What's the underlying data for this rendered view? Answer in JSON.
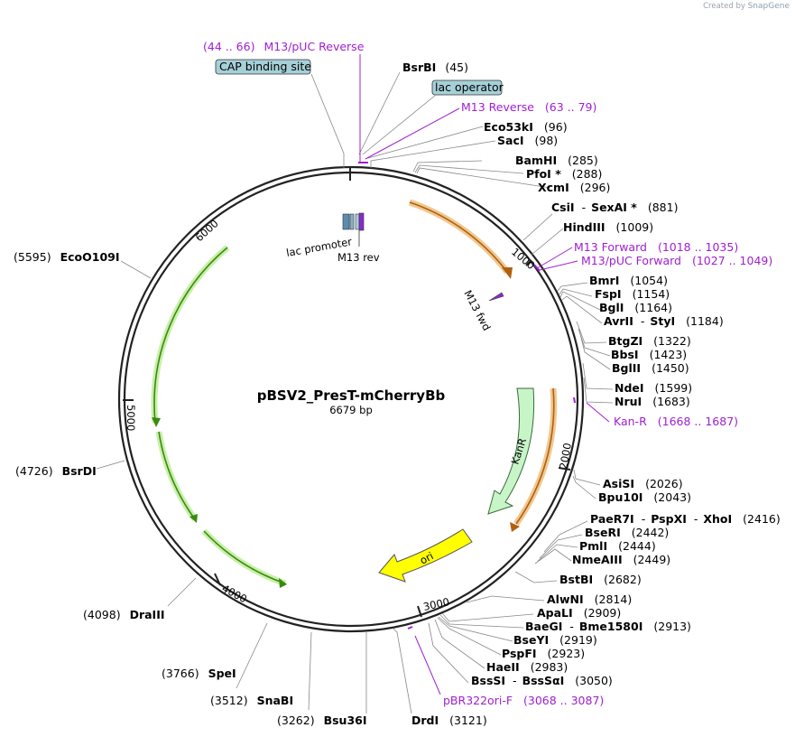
{
  "created_by": {
    "prefix": "Created by",
    "brand": "SnapGene"
  },
  "plasmid": {
    "name": "pBSV2_PresT-mCherryBb",
    "length_label": "6679 bp"
  },
  "features": [
    {
      "id": "cap",
      "label": "CAP binding site",
      "kind": "box",
      "color": "#a6d0d8"
    },
    {
      "id": "lacop",
      "label": "lac operator",
      "kind": "box",
      "color": "#a6d0d8"
    },
    {
      "id": "lacprom",
      "label": "lac promoter",
      "kind": "inner"
    },
    {
      "id": "m13rev",
      "label": "M13 rev",
      "kind": "inner"
    },
    {
      "id": "m13fwd",
      "label": "M13 fwd",
      "kind": "inner"
    },
    {
      "id": "kanr",
      "label": "KanR",
      "kind": "arrow",
      "color": "#c8f5c8"
    },
    {
      "id": "ori",
      "label": "ori",
      "kind": "arrow",
      "color": "#ffff00"
    }
  ],
  "ticks": [
    "1000",
    "2000",
    "3000",
    "4000",
    "5000",
    "6000"
  ],
  "sites": [
    {
      "id": "m13puc_rev",
      "pos": "(44 .. 66)",
      "name": "M13/pUC Reverse",
      "primer": true
    },
    {
      "id": "bsrbi",
      "name": "BsrBI",
      "pos": "(45)"
    },
    {
      "id": "m13_reverse",
      "name": "M13 Reverse",
      "pos": "(63 .. 79)",
      "primer": true
    },
    {
      "id": "eco53ki",
      "name": "Eco53kI",
      "pos": "(96)"
    },
    {
      "id": "saci",
      "name": "SacI",
      "pos": "(98)"
    },
    {
      "id": "bamhi",
      "name": "BamHI",
      "pos": "(285)"
    },
    {
      "id": "pfoi",
      "name": "PfoI *",
      "pos": "(288)"
    },
    {
      "id": "xcmi",
      "name": "XcmI",
      "pos": "(296)"
    },
    {
      "id": "csii",
      "name": "CsiI",
      "sep": "-",
      "name2": "SexAI *",
      "pos": "(881)"
    },
    {
      "id": "hindiii",
      "name": "HindIII",
      "pos": "(1009)"
    },
    {
      "id": "m13fwd_p",
      "name": "M13 Forward",
      "pos": "(1018 .. 1035)",
      "primer": true
    },
    {
      "id": "m13puc_fwd",
      "name": "M13/pUC Forward",
      "pos": "(1027 .. 1049)",
      "primer": true
    },
    {
      "id": "bmri",
      "name": "BmrI",
      "pos": "(1054)"
    },
    {
      "id": "fspi",
      "name": "FspI",
      "pos": "(1154)"
    },
    {
      "id": "bgli",
      "name": "BglI",
      "pos": "(1164)"
    },
    {
      "id": "avrii",
      "name": "AvrII",
      "sep": "-",
      "name2": "StyI",
      "pos": "(1184)"
    },
    {
      "id": "btgzi",
      "name": "BtgZI",
      "pos": "(1322)"
    },
    {
      "id": "bbsi",
      "name": "BbsI",
      "pos": "(1423)"
    },
    {
      "id": "bglii",
      "name": "BglII",
      "pos": "(1450)"
    },
    {
      "id": "ndei",
      "name": "NdeI",
      "pos": "(1599)"
    },
    {
      "id": "brui",
      "name": "NruI",
      "pos": "(1683)"
    },
    {
      "id": "kanr_p",
      "name": "Kan-R",
      "pos": "(1668 .. 1687)",
      "primer": true
    },
    {
      "id": "asisi",
      "name": "AsiSI",
      "pos": "(2026)"
    },
    {
      "id": "bpu10i",
      "name": "Bpu10I",
      "pos": "(2043)"
    },
    {
      "id": "paer7i",
      "name": "PaeR7I",
      "sep": "-",
      "name2": "PspXI",
      "sep2": "-",
      "name3": "XhoI",
      "pos": "(2416)"
    },
    {
      "id": "bseri",
      "name": "BseRI",
      "pos": "(2442)"
    },
    {
      "id": "pmli",
      "name": "PmlI",
      "pos": "(2444)"
    },
    {
      "id": "nmeaiii",
      "name": "NmeAIII",
      "pos": "(2449)"
    },
    {
      "id": "bstbi",
      "name": "BstBI",
      "pos": "(2682)"
    },
    {
      "id": "alwni",
      "name": "AlwNI",
      "pos": "(2814)"
    },
    {
      "id": "apali",
      "name": "ApaLI",
      "pos": "(2909)"
    },
    {
      "id": "baegi",
      "name": "BaeGI",
      "sep": "-",
      "name2": "Bme1580I",
      "pos": "(2913)"
    },
    {
      "id": "bseyi",
      "name": "BseYI",
      "pos": "(2919)"
    },
    {
      "id": "pspfi",
      "name": "PspFI",
      "pos": "(2923)"
    },
    {
      "id": "haeii",
      "name": "HaeII",
      "pos": "(2983)"
    },
    {
      "id": "bsssi",
      "name": "BssSI",
      "sep": "-",
      "name2": "BssSαI",
      "pos": "(3050)"
    },
    {
      "id": "pbr322",
      "name": "pBR322ori-F",
      "pos": "(3068 .. 3087)",
      "primer": true
    },
    {
      "id": "drdi",
      "name": "DrdI",
      "pos": "(3121)"
    },
    {
      "id": "bsu36i",
      "name": "Bsu36I",
      "pos": "(3262)"
    },
    {
      "id": "snabi",
      "name": "SnaBI",
      "pos": "(3512)"
    },
    {
      "id": "spei",
      "name": "SpeI",
      "pos": "(3766)"
    },
    {
      "id": "draiii",
      "name": "DraIII",
      "pos": "(4098)"
    },
    {
      "id": "bsrdi",
      "name": "BsrDI",
      "pos": "(4726)"
    },
    {
      "id": "eco0109i",
      "name": "EcoO109I",
      "pos": "(5595)"
    }
  ],
  "colors": {
    "primer": "#a020d0",
    "backbone": "#222222",
    "orange": "#e8a030",
    "green": "#4a9a10"
  }
}
